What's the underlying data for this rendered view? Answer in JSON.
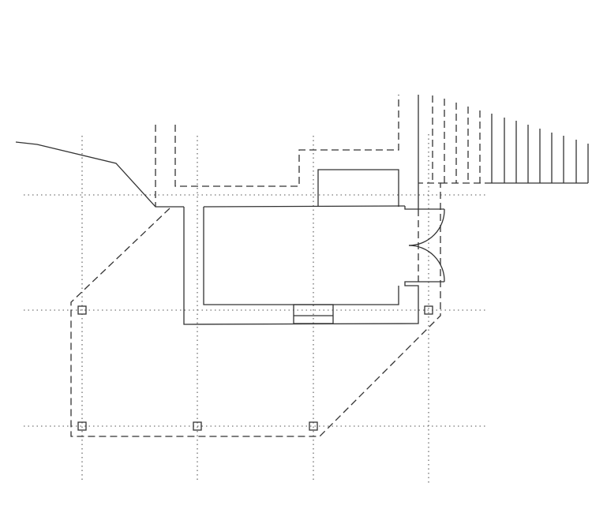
{
  "drawing": {
    "type": "architectural-plan",
    "colors": {
      "line": "#333333",
      "grid": "#555555",
      "background": "#ffffff"
    },
    "column_count": 5,
    "door_leaves": 2
  }
}
